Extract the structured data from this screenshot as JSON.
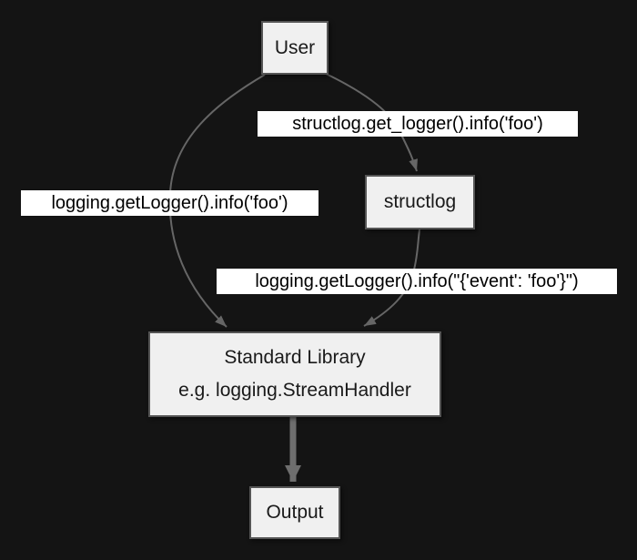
{
  "nodes": {
    "user": {
      "label": "User"
    },
    "structlog": {
      "label": "structlog"
    },
    "stdlib": {
      "line1": "Standard Library",
      "line2": "e.g. logging.StreamHandler"
    },
    "output": {
      "label": "Output"
    }
  },
  "edges": {
    "user_to_structlog": {
      "label": "structlog.get_logger().info('foo')"
    },
    "user_to_stdlib": {
      "label": "logging.getLogger().info('foo')"
    },
    "structlog_to_stdlib": {
      "label": "logging.getLogger().info(\"{'event': 'foo'}\")"
    }
  },
  "colors": {
    "background": "#141414",
    "node_fill": "#f0f0f0",
    "node_border": "#555555",
    "node_text": "#1a1a1a",
    "edge_stroke": "#666666",
    "thick_edge_stroke": "#6e6e6e",
    "edge_label_bg": "#ffffff",
    "edge_label_text": "#000000"
  }
}
